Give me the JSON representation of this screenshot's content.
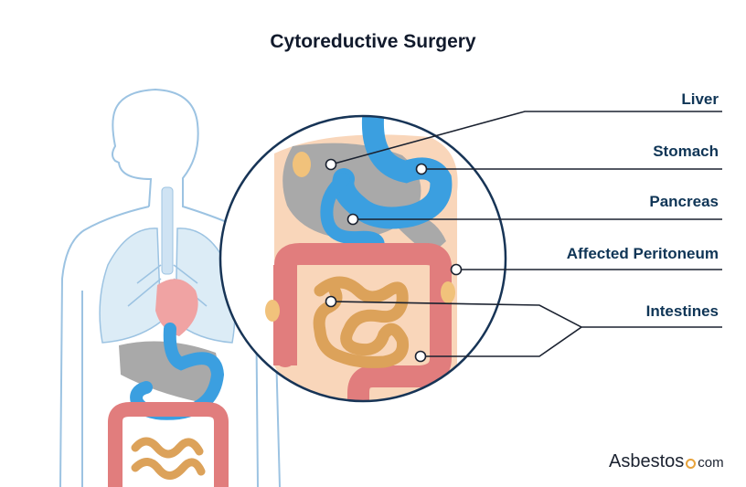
{
  "title": "Cytoreductive Surgery",
  "labels": {
    "liver": "Liver",
    "stomach": "Stomach",
    "pancreas": "Pancreas",
    "peritoneum": "Affected Peritoneum",
    "intestines": "Intestines"
  },
  "logo": {
    "name": "Asbestos",
    "suffix": "com"
  },
  "colors": {
    "body_outline": "#9cc3e2",
    "lung_fill": "#dcecf6",
    "heart": "#f0a3a3",
    "liver": "#a9a9a9",
    "stomach": "#3b9fe0",
    "large_intestine": "#e17d7d",
    "small_intestine": "#dca25a",
    "peritoneum": "#f9d6ba",
    "line": "#1b2230",
    "circle_outline": "#173456"
  }
}
